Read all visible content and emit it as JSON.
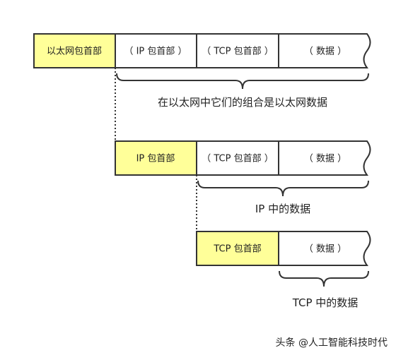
{
  "row1": {
    "ethernet_header": "以太网包首部",
    "ip_header": "（ IP 包首部 ）",
    "tcp_header": "（ TCP 包首部 ）",
    "data": "（ 数据 ）",
    "brace_label": "在以太网中它们的组合是以太网数据"
  },
  "row2": {
    "ip_header": "IP 包首部",
    "tcp_header": "（ TCP 包首部 ）",
    "data": "（ 数据 ）",
    "brace_label": "IP 中的数据"
  },
  "row3": {
    "tcp_header": "TCP 包首部",
    "data": "（ 数据 ）",
    "brace_label": "TCP 中的数据"
  },
  "watermark": "头条 @人工智能科技时代",
  "colors": {
    "highlight": "#ffff99",
    "stroke": "#333333",
    "background": "#ffffff"
  }
}
